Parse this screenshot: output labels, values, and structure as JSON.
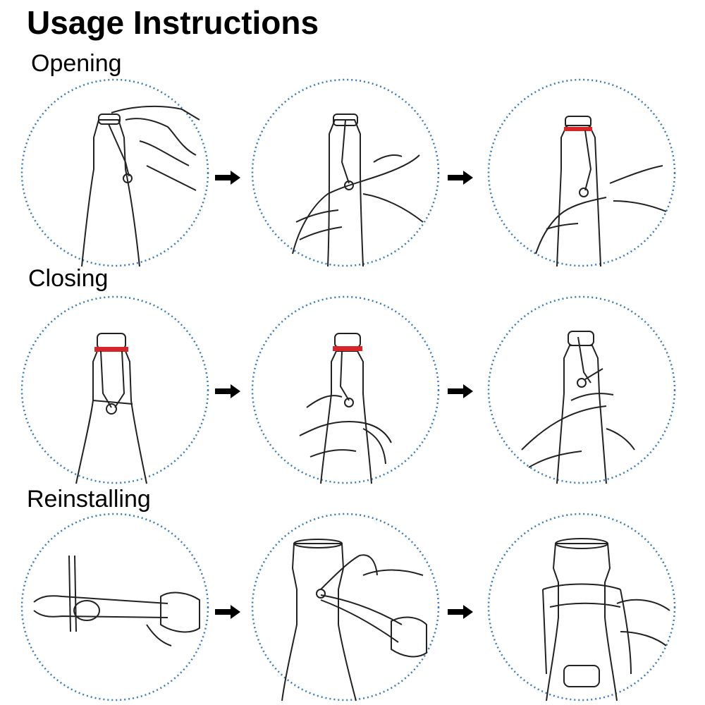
{
  "title": "Usage Instructions",
  "sections": [
    {
      "label": "Opening",
      "steps": [
        "hand-lifting-wire-icon",
        "hand-pulling-lever-icon",
        "cap-opened-icon"
      ]
    },
    {
      "label": "Closing",
      "steps": [
        "bottle-closed-icon",
        "hand-pressing-wire-icon",
        "lever-locked-icon"
      ]
    },
    {
      "label": "Reinstalling",
      "steps": [
        "wire-assembly-icon",
        "attaching-wire-icon",
        "cap-installed-icon"
      ]
    }
  ],
  "colors": {
    "circle_border": "#3a7bb8",
    "gasket": "#d7262a",
    "line": "#222222"
  }
}
